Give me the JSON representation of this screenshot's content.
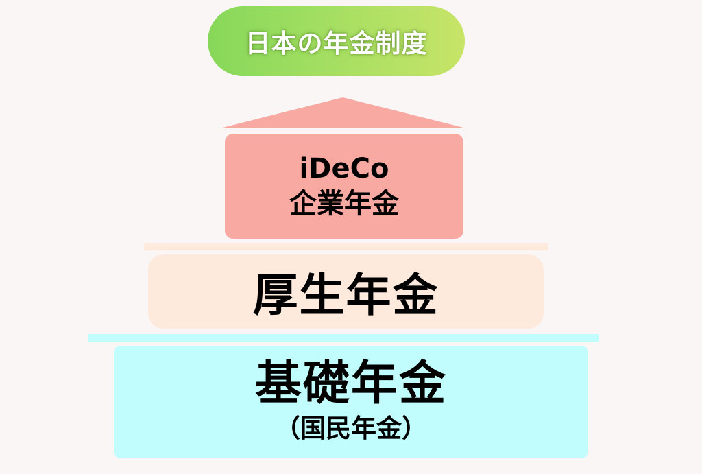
{
  "title": "日本の年金制度",
  "tiers": [
    {
      "id": "tier3",
      "lines": [
        "iDeCo",
        "企業年金"
      ],
      "color": "#f8a9a1"
    },
    {
      "id": "tier2",
      "lines": [
        "厚生年金"
      ],
      "color": "#feeadd"
    },
    {
      "id": "tier1",
      "lines": [
        "基礎年金",
        "（国民年金）"
      ],
      "color": "#c1fdfd"
    }
  ],
  "colors": {
    "background": "#fbf6f6",
    "title_gradient_start": "#86d85a",
    "title_gradient_end": "#c7e468",
    "roof": "#f8a9a1"
  }
}
